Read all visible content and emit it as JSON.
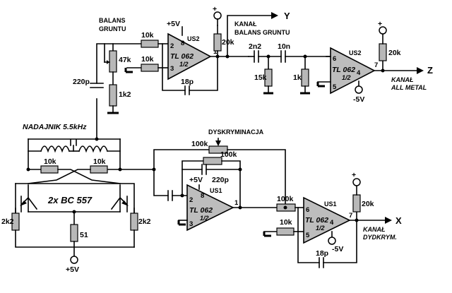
{
  "labels": {
    "balans_gruntu_1": "BALANS",
    "balans_gruntu_2": "GRUNTU",
    "nadajnik": "NADAJNIK 5.5kHz",
    "dyskryminacja": "DYSKRYMINACJA",
    "transistors": "2x BC 557",
    "kanal_y_1": "KANAŁ",
    "kanal_y_2": "BALANS GRUNTU",
    "kanal_z_1": "KANAŁ",
    "kanal_z_2": "ALL METAL",
    "kanal_x_1": "KANAŁ",
    "kanal_x_2": "DYDKRYM."
  },
  "outputs": {
    "y": "Y",
    "z": "Z",
    "x": "X"
  },
  "supply": {
    "pos": "+5V",
    "neg": "-5V",
    "plus": "+"
  },
  "ics": {
    "us2_a": {
      "name": "US2",
      "model": "TL 062",
      "half": "1/2",
      "pins": [
        "2",
        "3",
        "8",
        "1"
      ]
    },
    "us2_b": {
      "name": "US2",
      "model": "TL 062",
      "half": "1/2",
      "pins": [
        "6",
        "5",
        "4",
        "7"
      ]
    },
    "us1_a": {
      "name": "US1",
      "model": "TL 062",
      "half": "1/2",
      "pins": [
        "2",
        "3",
        "8",
        "1"
      ]
    },
    "us1_b": {
      "name": "US1",
      "model": "TL 062",
      "half": "1/2",
      "pins": [
        "6",
        "5",
        "4",
        "7"
      ]
    }
  },
  "components": {
    "r_10k_a": "10k",
    "r_10k_b": "10k",
    "r_20k_a": "20k",
    "r_47k": "47k",
    "r_1k2": "1k2",
    "c_18p_a": "18p",
    "c_220p_a": "220p",
    "c_2n2": "2n2",
    "c_10n": "10n",
    "r_15k": "15k",
    "r_1k": "1k",
    "r_20k_b": "20k",
    "r_osc_10k_a": "10k",
    "r_osc_10k_b": "10k",
    "r_2k2_a": "2k2",
    "r_2k2_b": "2k2",
    "r_51": "51",
    "r_100k_a": "100k",
    "r_100k_b": "100k",
    "c_220p_b": "220p",
    "r_100k_c": "100k",
    "r_10k_c": "10k",
    "r_20k_c": "20k",
    "c_18p_b": "18p"
  }
}
